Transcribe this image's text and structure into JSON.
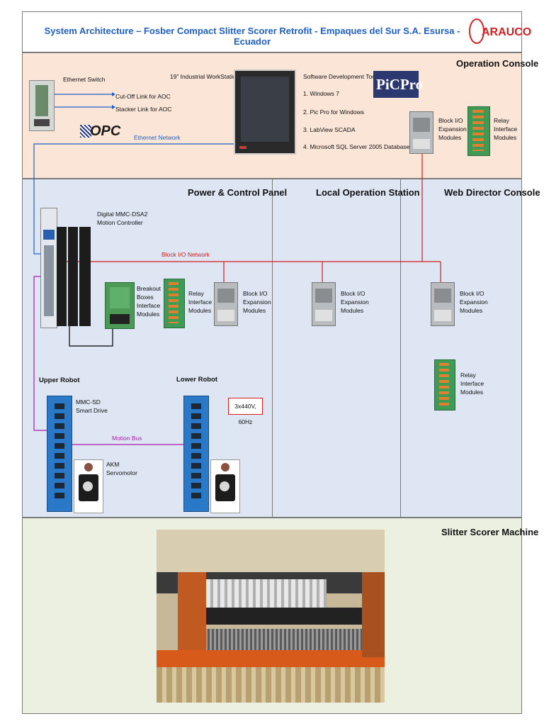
{
  "title": "System Architecture – Fosber Compact  Slitter Scorer Retrofit - Empaques del Sur S.A. Esursa - Ecuador",
  "logo": {
    "text": "ARAUCO",
    "color": "#d22020"
  },
  "colors": {
    "title": "#1f5fc8",
    "op_band": "#fbe5d7",
    "mid_band": "#dde6f2",
    "bottom_band": "#ebf0e0",
    "block_io_net": "#d21e1e",
    "ethernet": "#2060c8",
    "motion_bus": "#b01ab0"
  },
  "operation_console": {
    "title": "Operation Console",
    "ethernet_switch": "Ethernet Switch",
    "cutoff_link": "Cut-Off Link  for AOC",
    "stacker_link": "Stacker Link  for AOC",
    "opc_logo": "OPC",
    "ethernet_network": "Ethernet Network",
    "workstation": "19” Industrial WorkStation",
    "software_title": "Software Development Tools",
    "software": [
      "1. Windows 7",
      "2. Pic Pro for Windows",
      "3. LabView SCADA",
      "4. Microsoft SQL Server 2005 Database"
    ],
    "picpro_logo": "PiCPro",
    "block_io": "Block I/O Expansion Modules",
    "relay": "Relay Interface Modules"
  },
  "power_control": {
    "title": "Power & Control Panel",
    "controller": "Digital MMC-DSA2 Motion Controller",
    "block_io_network": "Block I/O Network",
    "breakout": "Breakout Boxes Interface Modules",
    "relay": "Relay Interface Modules",
    "block_io": "Block I/O Expansion Modules",
    "upper_robot": "Upper Robot",
    "lower_robot": "Lower Robot",
    "smart_drive": "MMC-SD Smart Drive",
    "servomotor": "AKM Servomotor",
    "motion_bus": "Motion Bus",
    "power": "3x440V, 60Hz"
  },
  "local_station": {
    "title": "Local Operation Station",
    "block_io": "Block I/O Expansion Modules"
  },
  "web_director": {
    "title": "Web Director Console",
    "block_io": "Block I/O Expansion Modules",
    "relay": "Relay Interface Modules"
  },
  "slitter": {
    "title": "Slitter Scorer Machine"
  }
}
